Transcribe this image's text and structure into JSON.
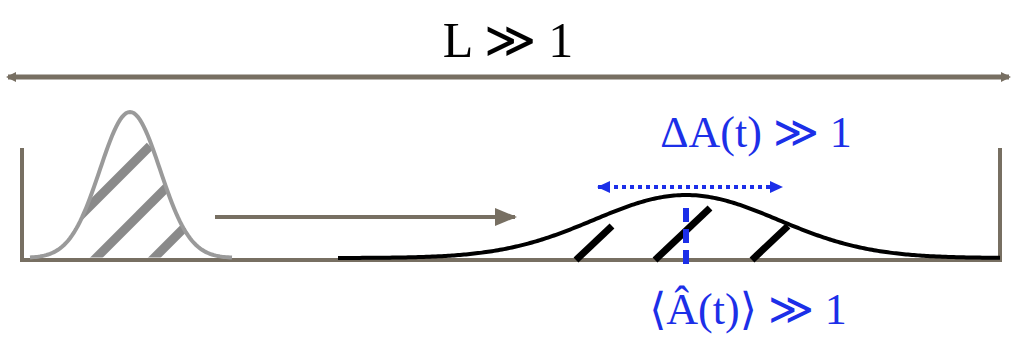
{
  "diagram": {
    "labels": [
      "L ≫ 1",
      "ΔA(t) ≫ 1",
      "⟨Â(t)⟩ ≫ 1"
    ]
  }
}
